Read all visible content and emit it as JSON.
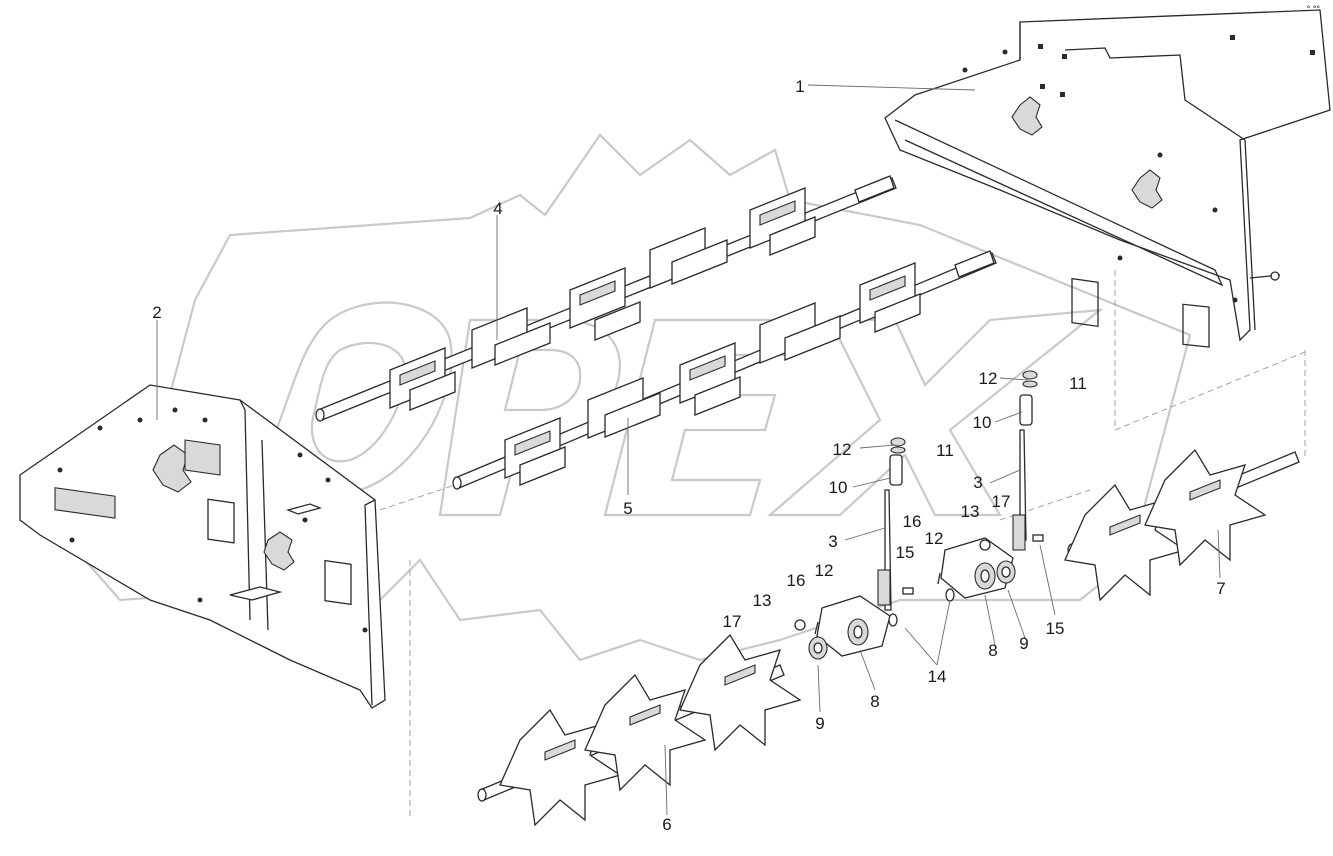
{
  "diagram": {
    "watermark_text": "OPEX",
    "corner_mark": "° °°",
    "part_labels": [
      {
        "id": "p1",
        "text": "1"
      },
      {
        "id": "p2",
        "text": "2"
      },
      {
        "id": "p4",
        "text": "4"
      },
      {
        "id": "p5",
        "text": "5"
      },
      {
        "id": "p6",
        "text": "6"
      },
      {
        "id": "p7",
        "text": "7"
      },
      {
        "id": "p12a",
        "text": "12"
      },
      {
        "id": "p11a",
        "text": "11"
      },
      {
        "id": "p10a",
        "text": "10"
      },
      {
        "id": "p12b",
        "text": "12"
      },
      {
        "id": "p11b",
        "text": "11"
      },
      {
        "id": "p10b",
        "text": "10"
      },
      {
        "id": "p3a",
        "text": "3"
      },
      {
        "id": "p3b",
        "text": "3"
      },
      {
        "id": "p13a",
        "text": "13"
      },
      {
        "id": "p17a",
        "text": "17"
      },
      {
        "id": "p16a",
        "text": "16"
      },
      {
        "id": "p12c",
        "text": "12"
      },
      {
        "id": "p15a",
        "text": "15"
      },
      {
        "id": "p8a",
        "text": "8"
      },
      {
        "id": "p9a",
        "text": "9"
      },
      {
        "id": "p15b",
        "text": "15"
      },
      {
        "id": "p14",
        "text": "14"
      },
      {
        "id": "p16b",
        "text": "16"
      },
      {
        "id": "p12d",
        "text": "12"
      },
      {
        "id": "p13b",
        "text": "13"
      },
      {
        "id": "p17b",
        "text": "17"
      },
      {
        "id": "p9b",
        "text": "9"
      },
      {
        "id": "p8b",
        "text": "8"
      }
    ]
  }
}
